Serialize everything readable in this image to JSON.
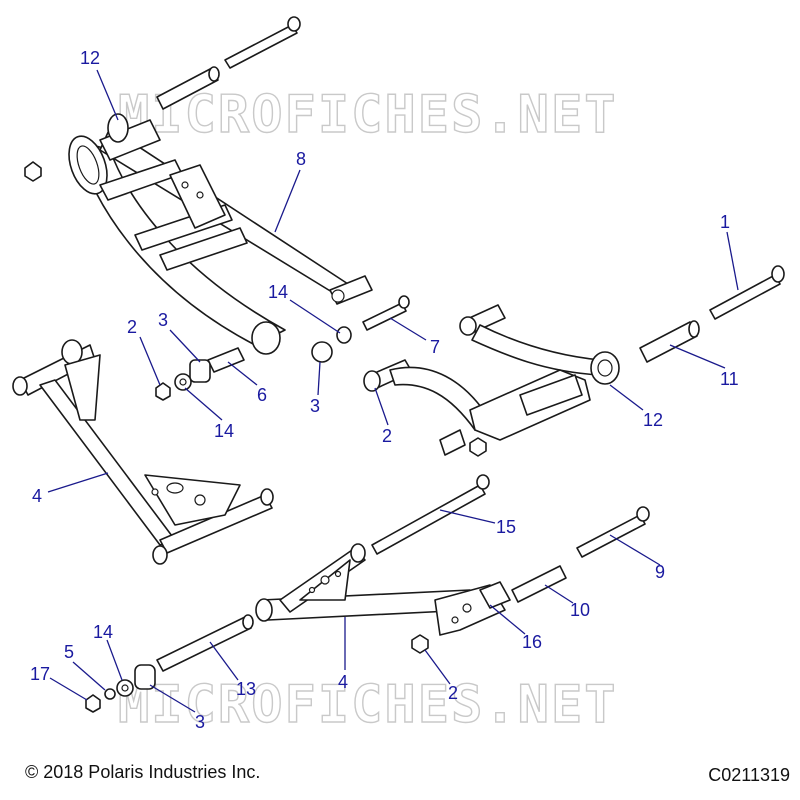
{
  "watermark": "MICROFICHES.NET",
  "copyright": "© 2018 Polaris Industries Inc.",
  "drawing_id": "C0211319",
  "callouts": [
    "12",
    "8",
    "1",
    "14",
    "2",
    "3",
    "7",
    "6",
    "14",
    "3",
    "11",
    "12",
    "2",
    "4",
    "15",
    "9",
    "10",
    "16",
    "4",
    "13",
    "2",
    "14",
    "5",
    "17",
    "3"
  ],
  "colors": {
    "callout": "#1a1aa0",
    "watermark": "#c9c9c9",
    "line": "#1a1a1a"
  }
}
